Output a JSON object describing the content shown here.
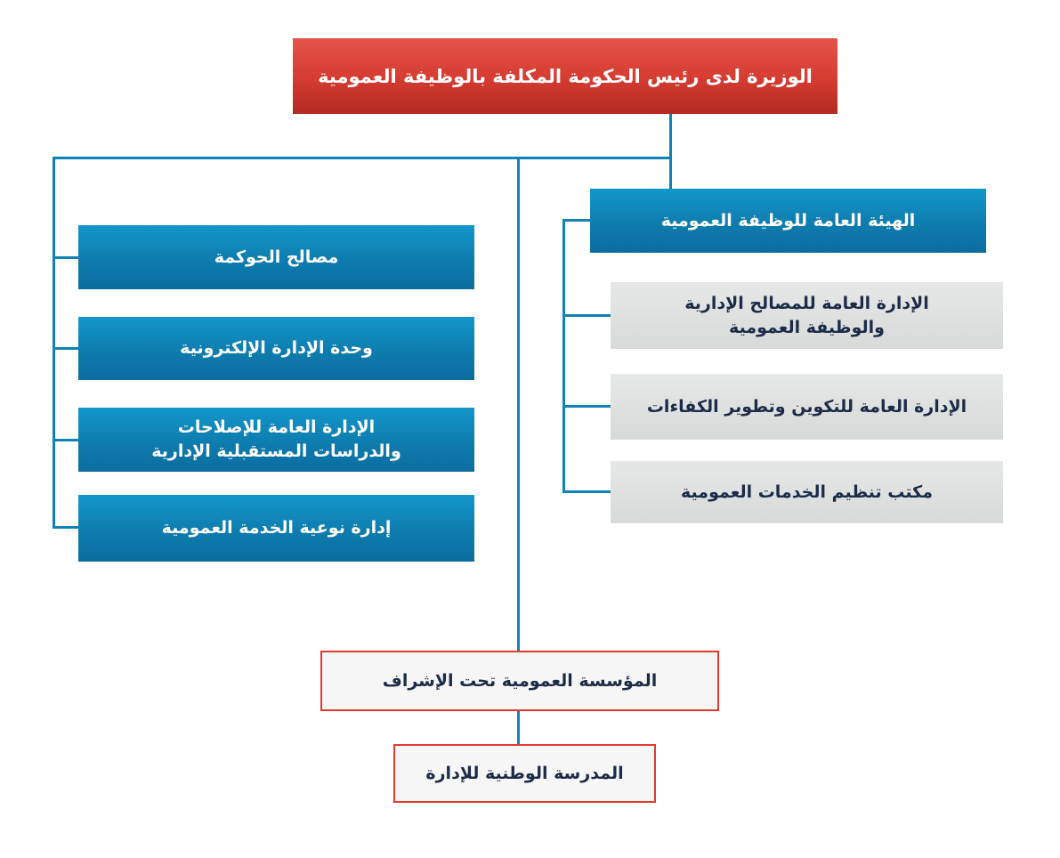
{
  "diagram": {
    "root": {
      "lines": [
        "الوزيرة لدى رئيس الحكومة المكلفة بالوظيفة العمومية"
      ]
    },
    "left_branch": [
      {
        "lines": [
          "مصالح الحوكمة"
        ]
      },
      {
        "lines": [
          "وحدة الإدارة الإلكترونية"
        ]
      },
      {
        "lines": [
          "الإدارة العامة للإصلاحات",
          "والدراسات المستقبلية الإدارية"
        ]
      },
      {
        "lines": [
          "إدارة نوعية الخدمة العمومية"
        ]
      }
    ],
    "right_branch": {
      "head": {
        "lines": [
          "الهيئة العامة للوظيفة العمومية"
        ]
      },
      "children": [
        {
          "lines": [
            "الإدارة العامة للمصالح الإدارية",
            "والوظيفة العمومية"
          ]
        },
        {
          "lines": [
            "الإدارة العامة للتكوين وتطوير الكفاءات"
          ]
        },
        {
          "lines": [
            "مكتب تنظيم الخدمات العمومية"
          ]
        }
      ]
    },
    "bottom_chain": [
      {
        "lines": [
          "المؤسسة العمومية تحت الإشراف"
        ]
      },
      {
        "lines": [
          "المدرسة الوطنية للإدارة"
        ]
      }
    ]
  },
  "colors": {
    "minister_box_red": "#d63c32",
    "directorate_box_blue": "#0f86ba",
    "department_box_gray": "#dcdddd",
    "supervised_box_fill": "#f6f6f6",
    "supervised_box_border": "#e13b31",
    "connector": "#1082b6",
    "dark_text": "#1c2b47",
    "light_text": "#ffffff"
  }
}
